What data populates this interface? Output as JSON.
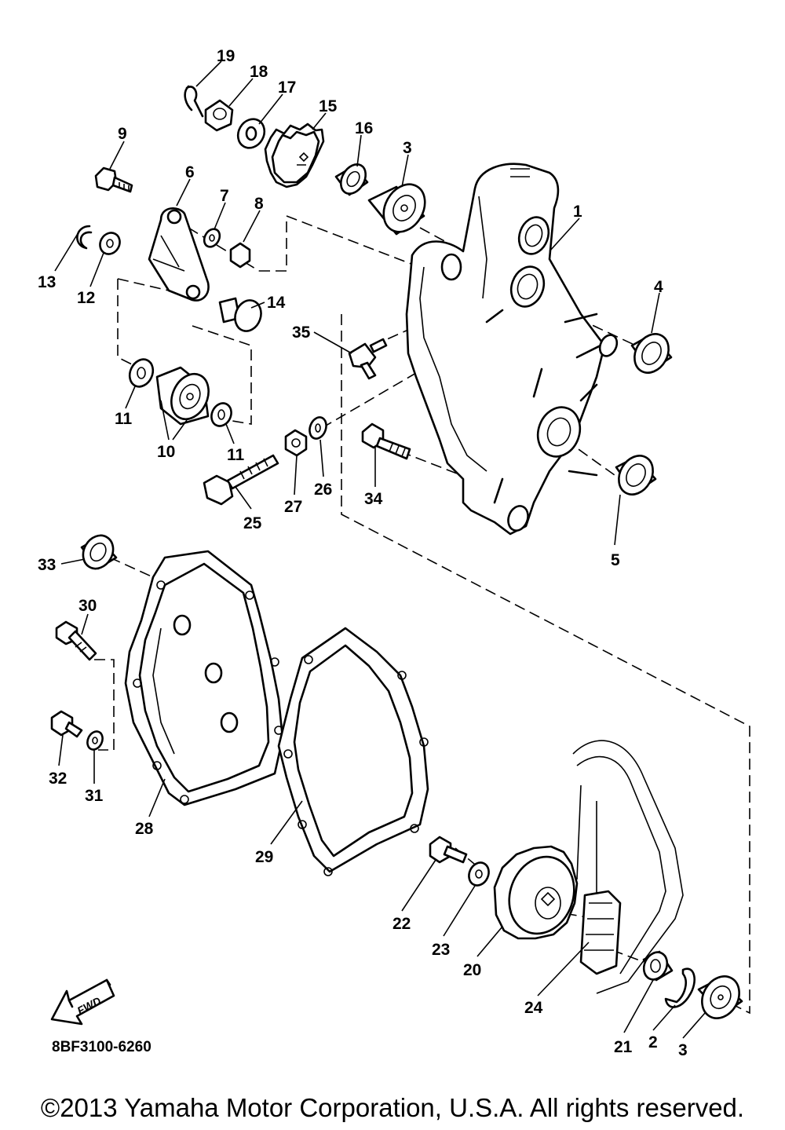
{
  "callouts": {
    "c1": "1",
    "c2": "2",
    "c3a": "3",
    "c3b": "3",
    "c4": "4",
    "c5": "5",
    "c6": "6",
    "c7": "7",
    "c8": "8",
    "c9": "9",
    "c10": "10",
    "c11a": "11",
    "c11b": "11",
    "c12": "12",
    "c13": "13",
    "c14": "14",
    "c15": "15",
    "c16": "16",
    "c17": "17",
    "c18": "18",
    "c19": "19",
    "c20": "20",
    "c21": "21",
    "c22": "22",
    "c23": "23",
    "c24": "24",
    "c25": "25",
    "c26": "26",
    "c27": "27",
    "c28": "28",
    "c29": "29",
    "c30": "30",
    "c31": "31",
    "c32": "32",
    "c33": "33",
    "c34": "34",
    "c35": "35"
  },
  "fwd_label": "FWD",
  "diagram_code": "8BF3100-6260",
  "copyright": "©2013 Yamaha Motor Corporation, U.S.A. All rights reserved."
}
